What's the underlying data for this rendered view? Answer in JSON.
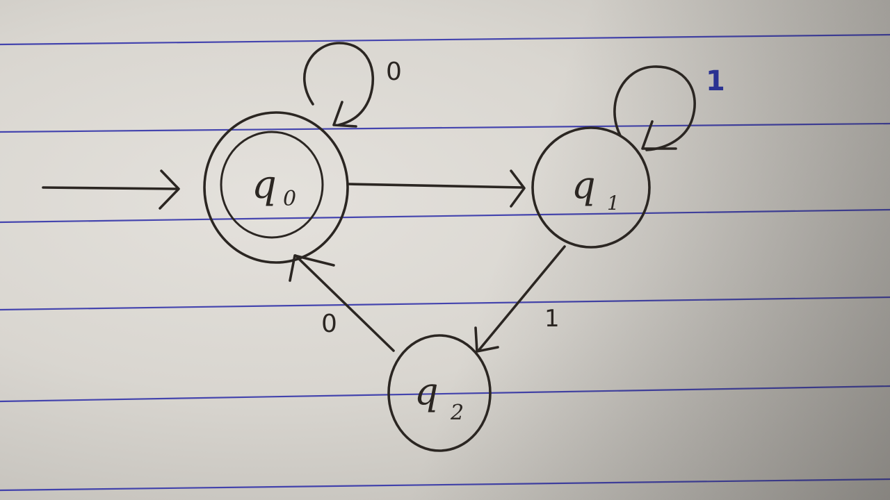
{
  "diagram": {
    "states": [
      {
        "id": "q0",
        "letter": "q",
        "subscript": "0",
        "start": true,
        "accepting": true
      },
      {
        "id": "q1",
        "letter": "q",
        "subscript": "1",
        "start": false,
        "accepting": false
      },
      {
        "id": "q2",
        "letter": "q",
        "subscript": "2",
        "start": false,
        "accepting": false
      }
    ],
    "transitions": [
      {
        "from": "q0",
        "to": "q0",
        "label": "0"
      },
      {
        "from": "q0",
        "to": "q1",
        "label": ""
      },
      {
        "from": "q1",
        "to": "q1",
        "label": "1"
      },
      {
        "from": "q1",
        "to": "q2",
        "label": "1"
      },
      {
        "from": "q2",
        "to": "q0",
        "label": "0"
      }
    ]
  },
  "colors": {
    "ink": "#2b2622",
    "ruled_line": "#2a2ba8",
    "blue_ink": "#2a33a0",
    "paper": "#dedbd6"
  }
}
